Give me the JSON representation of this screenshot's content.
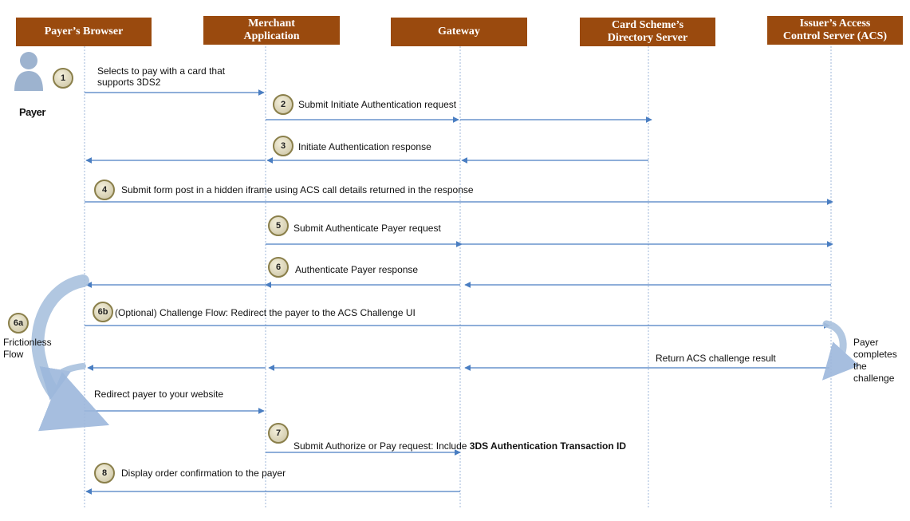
{
  "colors": {
    "header_bg": "#9a4a0e",
    "lifeline": "#9fb7d8",
    "arrow": "#4a7ec2",
    "curve": "#a9c1de",
    "badge_border": "#8a7f4a"
  },
  "participants": [
    {
      "id": "payer-browser",
      "label": "Payer’s Browser"
    },
    {
      "id": "merchant-app",
      "label": "Merchant\nApplication"
    },
    {
      "id": "gateway",
      "label": "Gateway"
    },
    {
      "id": "directory-server",
      "label": "Card Scheme’s\nDirectory Server"
    },
    {
      "id": "acs",
      "label": "Issuer’s Access\nControl Server (ACS)"
    }
  ],
  "payer": {
    "label": "Payer",
    "icon": "person-icon"
  },
  "steps": [
    {
      "num": "1",
      "text": "Selects to pay with a card that\nsupports 3DS2"
    },
    {
      "num": "2",
      "text": "Submit Initiate Authentication request"
    },
    {
      "num": "3",
      "text": "Initiate Authentication response"
    },
    {
      "num": "4",
      "text": "Submit form post in a hidden iframe using ACS call details returned in the response"
    },
    {
      "num": "5",
      "text": "Submit Authenticate Payer request"
    },
    {
      "num": "6",
      "text": "Authenticate Payer response"
    },
    {
      "num": "6b",
      "text": "(Optional) Challenge Flow: Redirect the payer to the ACS Challenge UI"
    },
    {
      "num": "",
      "text": "Return ACS challenge result"
    },
    {
      "num": "",
      "text": "Redirect payer to your website"
    },
    {
      "num": "7",
      "text": "Submit Authorize or Pay request: Include ",
      "bold": "3DS Authentication Transaction ID"
    },
    {
      "num": "8",
      "text": "Display order confirmation to the payer"
    }
  ],
  "frictionless": {
    "num": "6a",
    "label": "Frictionless\nFlow"
  },
  "challenge_note": "Payer\ncompletes\nthe\nchallenge"
}
